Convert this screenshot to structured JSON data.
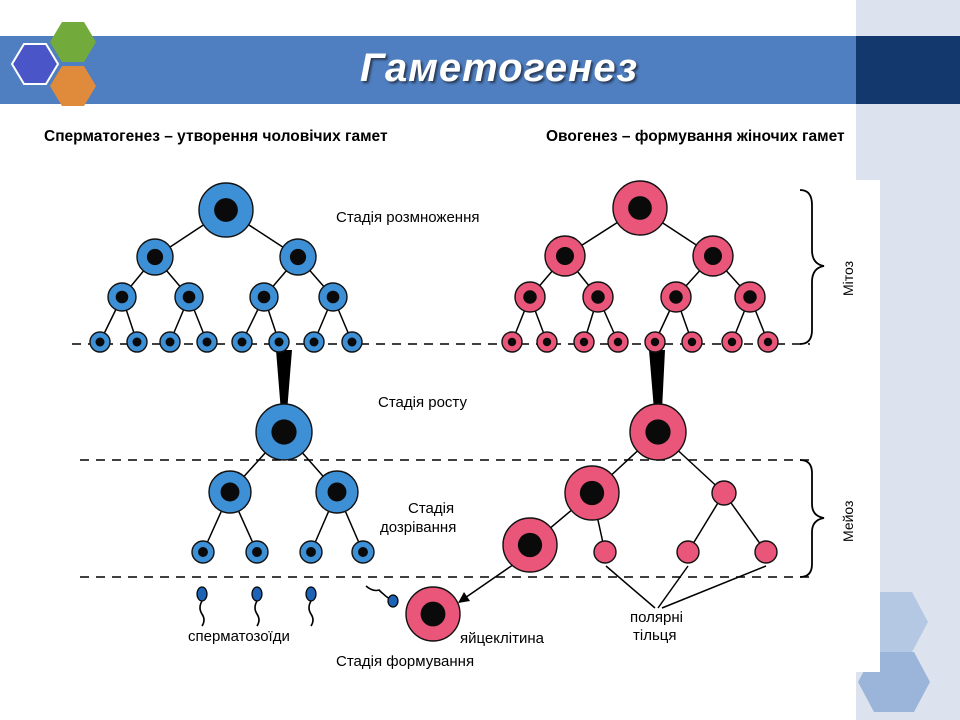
{
  "slide": {
    "title": "Гаметогенез",
    "subtitle_left": "Сперматогенез – утворення чоловічих гамет",
    "subtitle_right": "Овогенез – формування жіночих гамет"
  },
  "diagram": {
    "stage_reproduction": "Стадія розмноження",
    "stage_growth": "Стадія росту",
    "stage_maturation_line1": "Стадія",
    "stage_maturation_line2": "дозрівання",
    "stage_formation": "Стадія формування",
    "label_spermatozoa": "сперматозоїди",
    "label_egg": "яйцеклітина",
    "label_polar_line1": "полярні",
    "label_polar_line2": "тільця",
    "label_mitosis": "Мітоз",
    "label_meiosis": "Мейоз"
  },
  "colors": {
    "title_band": "#4f7fc0",
    "male_cell": "#3d8fd6",
    "female_cell": "#e9567a",
    "nucleus": "#0a0a0a"
  }
}
